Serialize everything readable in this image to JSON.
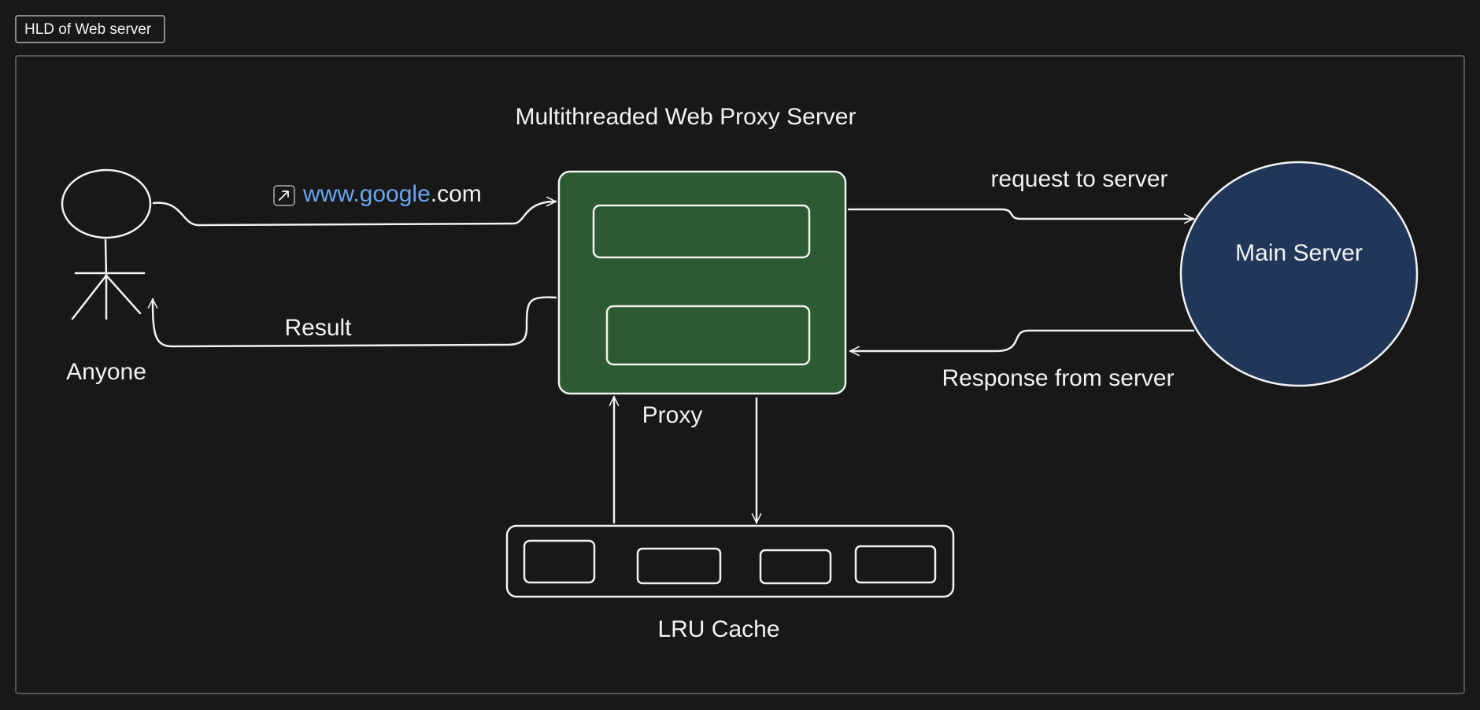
{
  "frame": {
    "title": "HLD of Web server"
  },
  "diagram": {
    "title": "Multithreaded Web Proxy Server",
    "client_label": "Anyone",
    "request_link": {
      "part1": "www.",
      "part2": "google",
      "part3": ".com",
      "link_color": "#6aa6f0"
    },
    "result_label": "Result",
    "proxy_label": "Proxy",
    "request_to_server_label": "request to server",
    "response_label": "Response from server",
    "server_label": "Main Server",
    "cache_label": "LRU Cache",
    "colors": {
      "proxy_fill": "#2b5a33",
      "server_fill": "#21375a",
      "stroke": "#f2f2f2",
      "background": "#181818"
    }
  }
}
